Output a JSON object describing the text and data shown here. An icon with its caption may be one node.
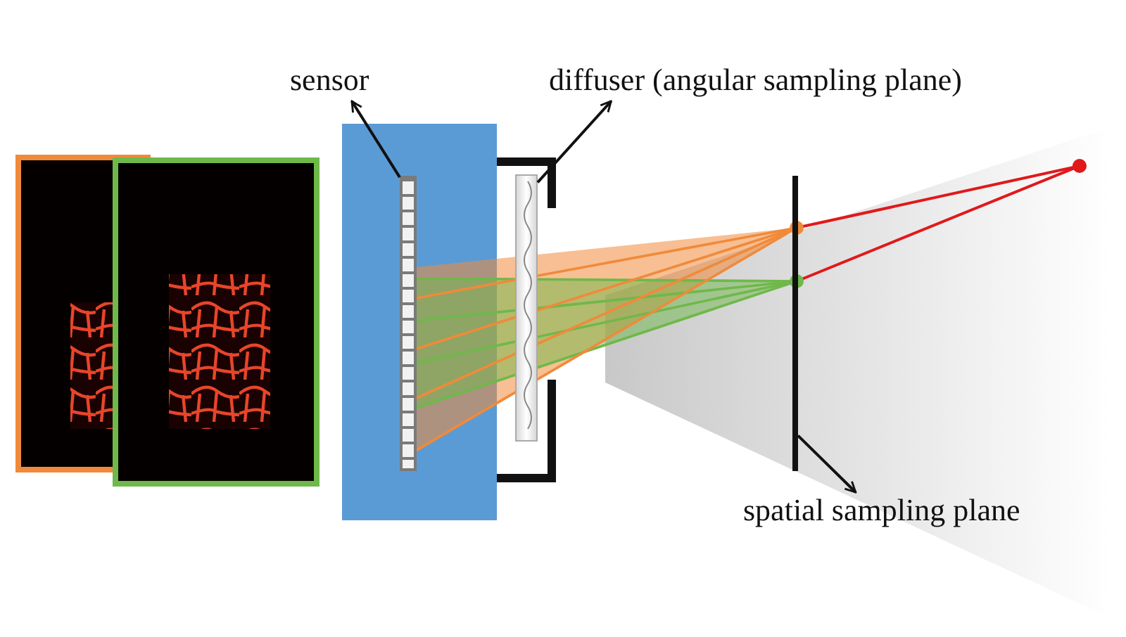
{
  "diagram": {
    "nodes": [
      {
        "text": [
          "sensor"
        ]
      },
      {
        "text": [
          "diffuser (angular sampling plane)"
        ]
      },
      {
        "text": [
          "spatial sampling plane"
        ]
      },
      {
        "text": [],
        "shape": "bar"
      },
      {
        "text": [],
        "shape": "bar"
      },
      {
        "text": [],
        "shape": "bar"
      }
    ],
    "edges": [
      {
        "from": 3,
        "to": 0,
        "arrow": "to"
      },
      {
        "from": 4,
        "to": 1,
        "arrow": "to"
      },
      {
        "from": 5,
        "to": 2,
        "arrow": "to"
      }
    ]
  }
}
